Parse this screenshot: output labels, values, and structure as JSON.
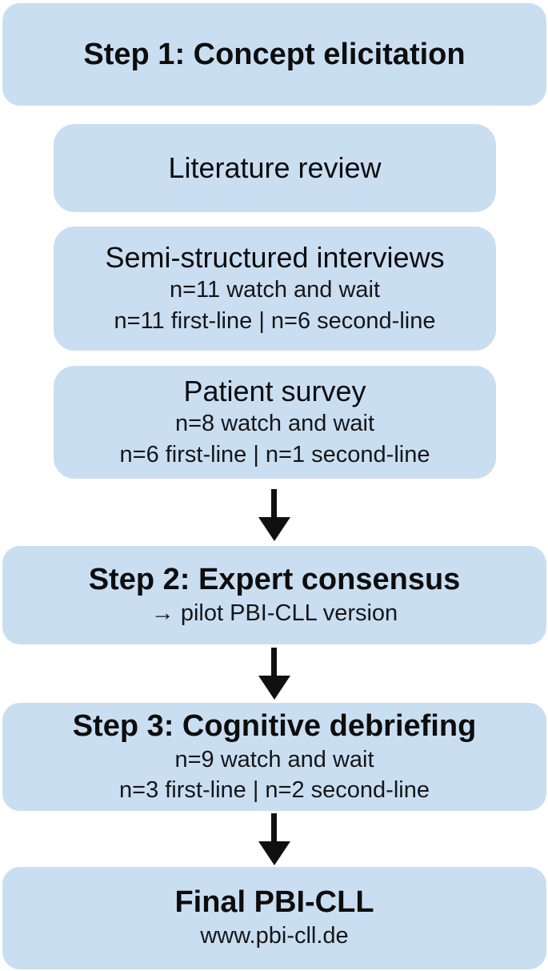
{
  "palette": {
    "box_fill": "#cadef2",
    "text": "#111111",
    "arrow": "#101010",
    "background": "#ffffff"
  },
  "flowchart": {
    "type": "vertical-flow",
    "boxes": [
      {
        "id": "step1",
        "title": "Step 1: Concept elicitation",
        "bold": true,
        "lines": []
      },
      {
        "id": "literature-review",
        "title": "Literature review",
        "bold": false,
        "lines": []
      },
      {
        "id": "interviews",
        "title": "Semi-structured interviews",
        "bold": false,
        "lines": [
          "n=11 watch and wait",
          "n=11 first-line | n=6 second-line"
        ]
      },
      {
        "id": "patient-survey",
        "title": "Patient survey",
        "bold": false,
        "lines": [
          "n=8 watch and wait",
          "n=6 first-line | n=1 second-line"
        ]
      },
      {
        "id": "step2",
        "title": "Step 2: Expert consensus",
        "bold": true,
        "lines": [
          "→ pilot PBI-CLL version"
        ]
      },
      {
        "id": "step3",
        "title": "Step 3: Cognitive debriefing",
        "bold": true,
        "lines": [
          "n=9 watch and wait",
          "n=3 first-line | n=2 second-line"
        ]
      },
      {
        "id": "final",
        "title": "Final PBI-CLL",
        "bold": true,
        "lines": [
          "www.pbi-cll.de"
        ]
      }
    ],
    "arrow_icon": "down-arrow"
  }
}
